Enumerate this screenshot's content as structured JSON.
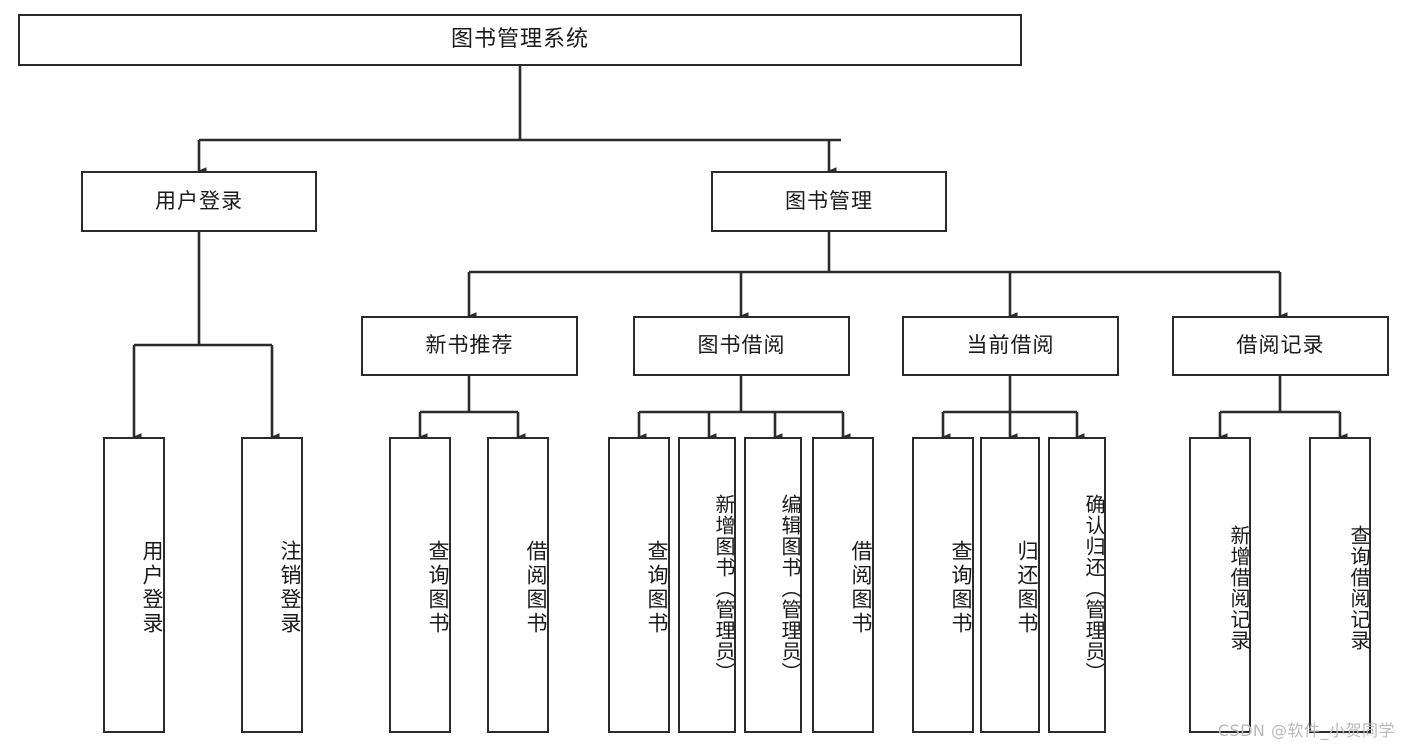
{
  "diagram": {
    "title": "图书管理系统",
    "type": "tree-hierarchy",
    "watermark": "CSDN @软件_小贺同学",
    "colors": {
      "stroke": "#2b2b2b",
      "fill": "#ffffff",
      "text": "#1a1a1a",
      "watermark": "#b9b9b9"
    },
    "levels": {
      "root": {
        "label": "图书管理系统"
      },
      "level2": [
        {
          "label": "用户登录"
        },
        {
          "label": "图书管理"
        }
      ],
      "level3": [
        {
          "label": "新书推荐"
        },
        {
          "label": "图书借阅"
        },
        {
          "label": "当前借阅"
        },
        {
          "label": "借阅记录"
        }
      ],
      "leaves": [
        {
          "label": "用户登录",
          "parent": "用户登录"
        },
        {
          "label": "注销登录",
          "parent": "用户登录"
        },
        {
          "label": "查询图书",
          "parent": "新书推荐"
        },
        {
          "label": "借阅图书",
          "parent": "新书推荐"
        },
        {
          "label": "查询图书",
          "parent": "图书借阅"
        },
        {
          "label": "新增图书（管理员）",
          "parent": "图书借阅"
        },
        {
          "label": "编辑图书（管理员）",
          "parent": "图书借阅"
        },
        {
          "label": "借阅图书",
          "parent": "图书借阅"
        },
        {
          "label": "查询图书",
          "parent": "当前借阅"
        },
        {
          "label": "归还图书",
          "parent": "当前借阅"
        },
        {
          "label": "确认归还（管理员）",
          "parent": "当前借阅"
        },
        {
          "label": "新增借阅记录",
          "parent": "借阅记录"
        },
        {
          "label": "查询借阅记录",
          "parent": "借阅记录"
        }
      ]
    }
  }
}
